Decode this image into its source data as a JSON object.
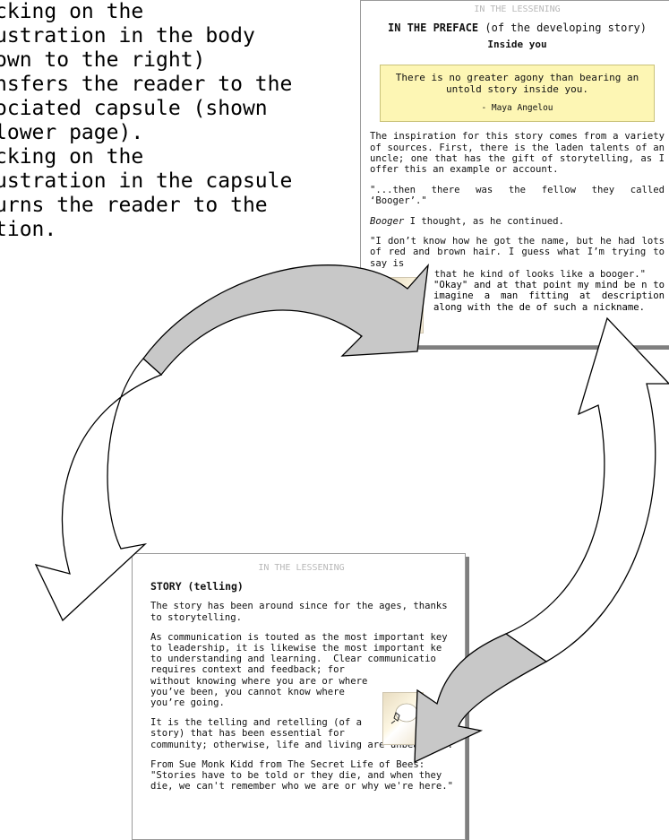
{
  "instructions": {
    "lines": [
      "cking on the",
      "ustration in the body",
      "own to the right)",
      "nsfers the reader to the",
      "ociated capsule (shown",
      "lower page).",
      "cking on the",
      "ustration in the capsule",
      "urns the reader to the",
      "tion."
    ]
  },
  "preface_page": {
    "header": "IN THE LESSENING",
    "title_bold": "IN THE PREFACE",
    "title_rest": " (of the developing story)",
    "subtitle": "Inside you",
    "quote": "There is no greater agony than bearing an untold story inside you.",
    "quote_attribution": "- Maya Angelou",
    "para1": "The inspiration for this story comes from a variety of sources. First, there is the laden talents of an uncle; one that has the gift of storytelling, as I offer this an example or account.",
    "para2": "\"...then there was the fellow they called ‘Booger’.\"",
    "para3_italic": "Booger",
    "para3_rest": " I thought, as he continued.",
    "para4": "\"I don’t know how he got the name, but he had lots of red and brown hair. I guess what I’m trying to say is",
    "para4_cont": "that he kind of looks like a booger.\"",
    "para5": "\"Okay\" and at that point my mind be  n to  imagine  a  man  fitting    at description along with the de     of such a nickname."
  },
  "story_page": {
    "header": "IN THE LESSENING",
    "title": "STORY (telling)",
    "para1": "The story has been around since for the ages, thanks to storytelling.",
    "para2_lines": [
      "As communication is touted as the most important key",
      "to leadership, it is likewise the most important ke",
      "to understanding and learning.  Clear communicatio",
      "requires context and feedback; for",
      "without knowing where you are or where",
      "you’ve been, you cannot know where",
      "you’re going."
    ],
    "para3_lines": [
      "It is the telling and retelling (of a",
      "story) that has been essential for",
      "community; otherwise, life and living are unbearable."
    ],
    "para4_lines": [
      "From Sue Monk Kidd from The Secret Life of Bees:",
      "\"Stories have to be told or they die, and when they",
      "die, we can't remember who we are or why we're here.\""
    ]
  },
  "colors": {
    "quote_background": "#fdf6b4",
    "arrow_fill": "#c8c8c8",
    "header_text": "#b9b9b9"
  }
}
